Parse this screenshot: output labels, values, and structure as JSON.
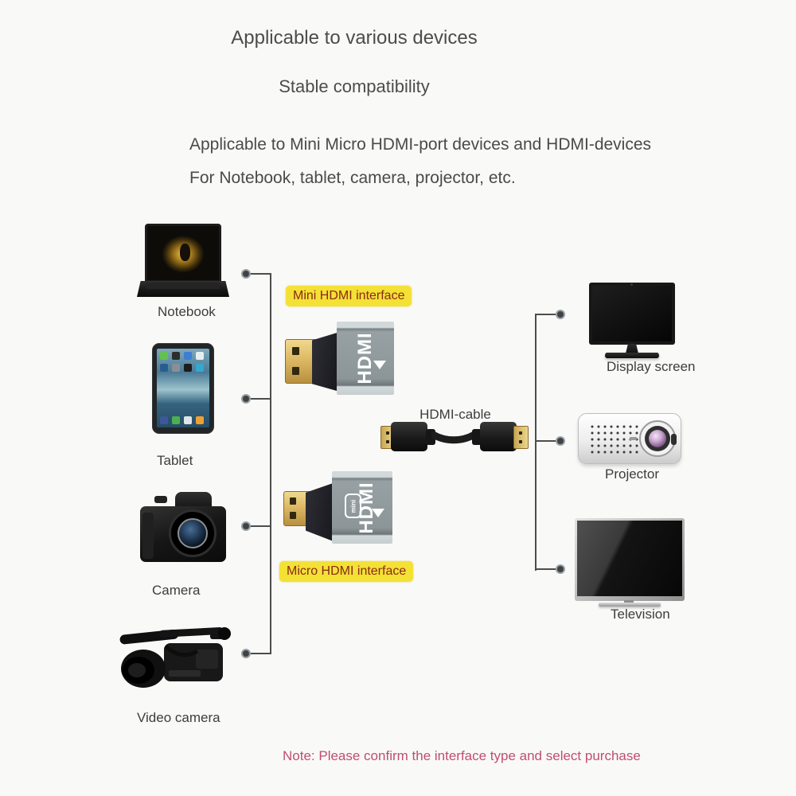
{
  "header": {
    "title": "Applicable to various devices",
    "subtitle": "Stable compatibility",
    "description1": "Applicable to Mini Micro HDMI-port devices and HDMI-devices",
    "description2": "For Notebook, tablet, camera, projector, etc."
  },
  "source_devices": [
    {
      "id": "notebook",
      "label": "Notebook"
    },
    {
      "id": "tablet",
      "label": "Tablet"
    },
    {
      "id": "camera",
      "label": "Camera"
    },
    {
      "id": "video-camera",
      "label": "Video camera"
    }
  ],
  "output_devices": [
    {
      "id": "display-screen",
      "label": "Display screen"
    },
    {
      "id": "projector",
      "label": "Projector"
    },
    {
      "id": "television",
      "label": "Television"
    }
  ],
  "adapters": [
    {
      "id": "mini-hdmi-adapter",
      "highlight_label": "Mini HDMI interface",
      "printed_text": "HDMI"
    },
    {
      "id": "micro-hdmi-adapter",
      "highlight_label": "Micro HDMI interface",
      "printed_text": "HDMI",
      "printed_badge": "mini"
    }
  ],
  "cable": {
    "label": "HDMI-cable"
  },
  "note": {
    "text": "Note: Please confirm the interface type and select purchase"
  },
  "colors": {
    "background": "#f9f9f8",
    "heading_text": "#4c4c4c",
    "device_label_text": "#3d3d3d",
    "highlight_bg": "#f3e136",
    "highlight_text": "#8b2a18",
    "note_text": "#c04e70",
    "connector_line": "#4d4d4d",
    "adapter_body_gray": "#8e989b",
    "adapter_gold": "#ddb965"
  }
}
